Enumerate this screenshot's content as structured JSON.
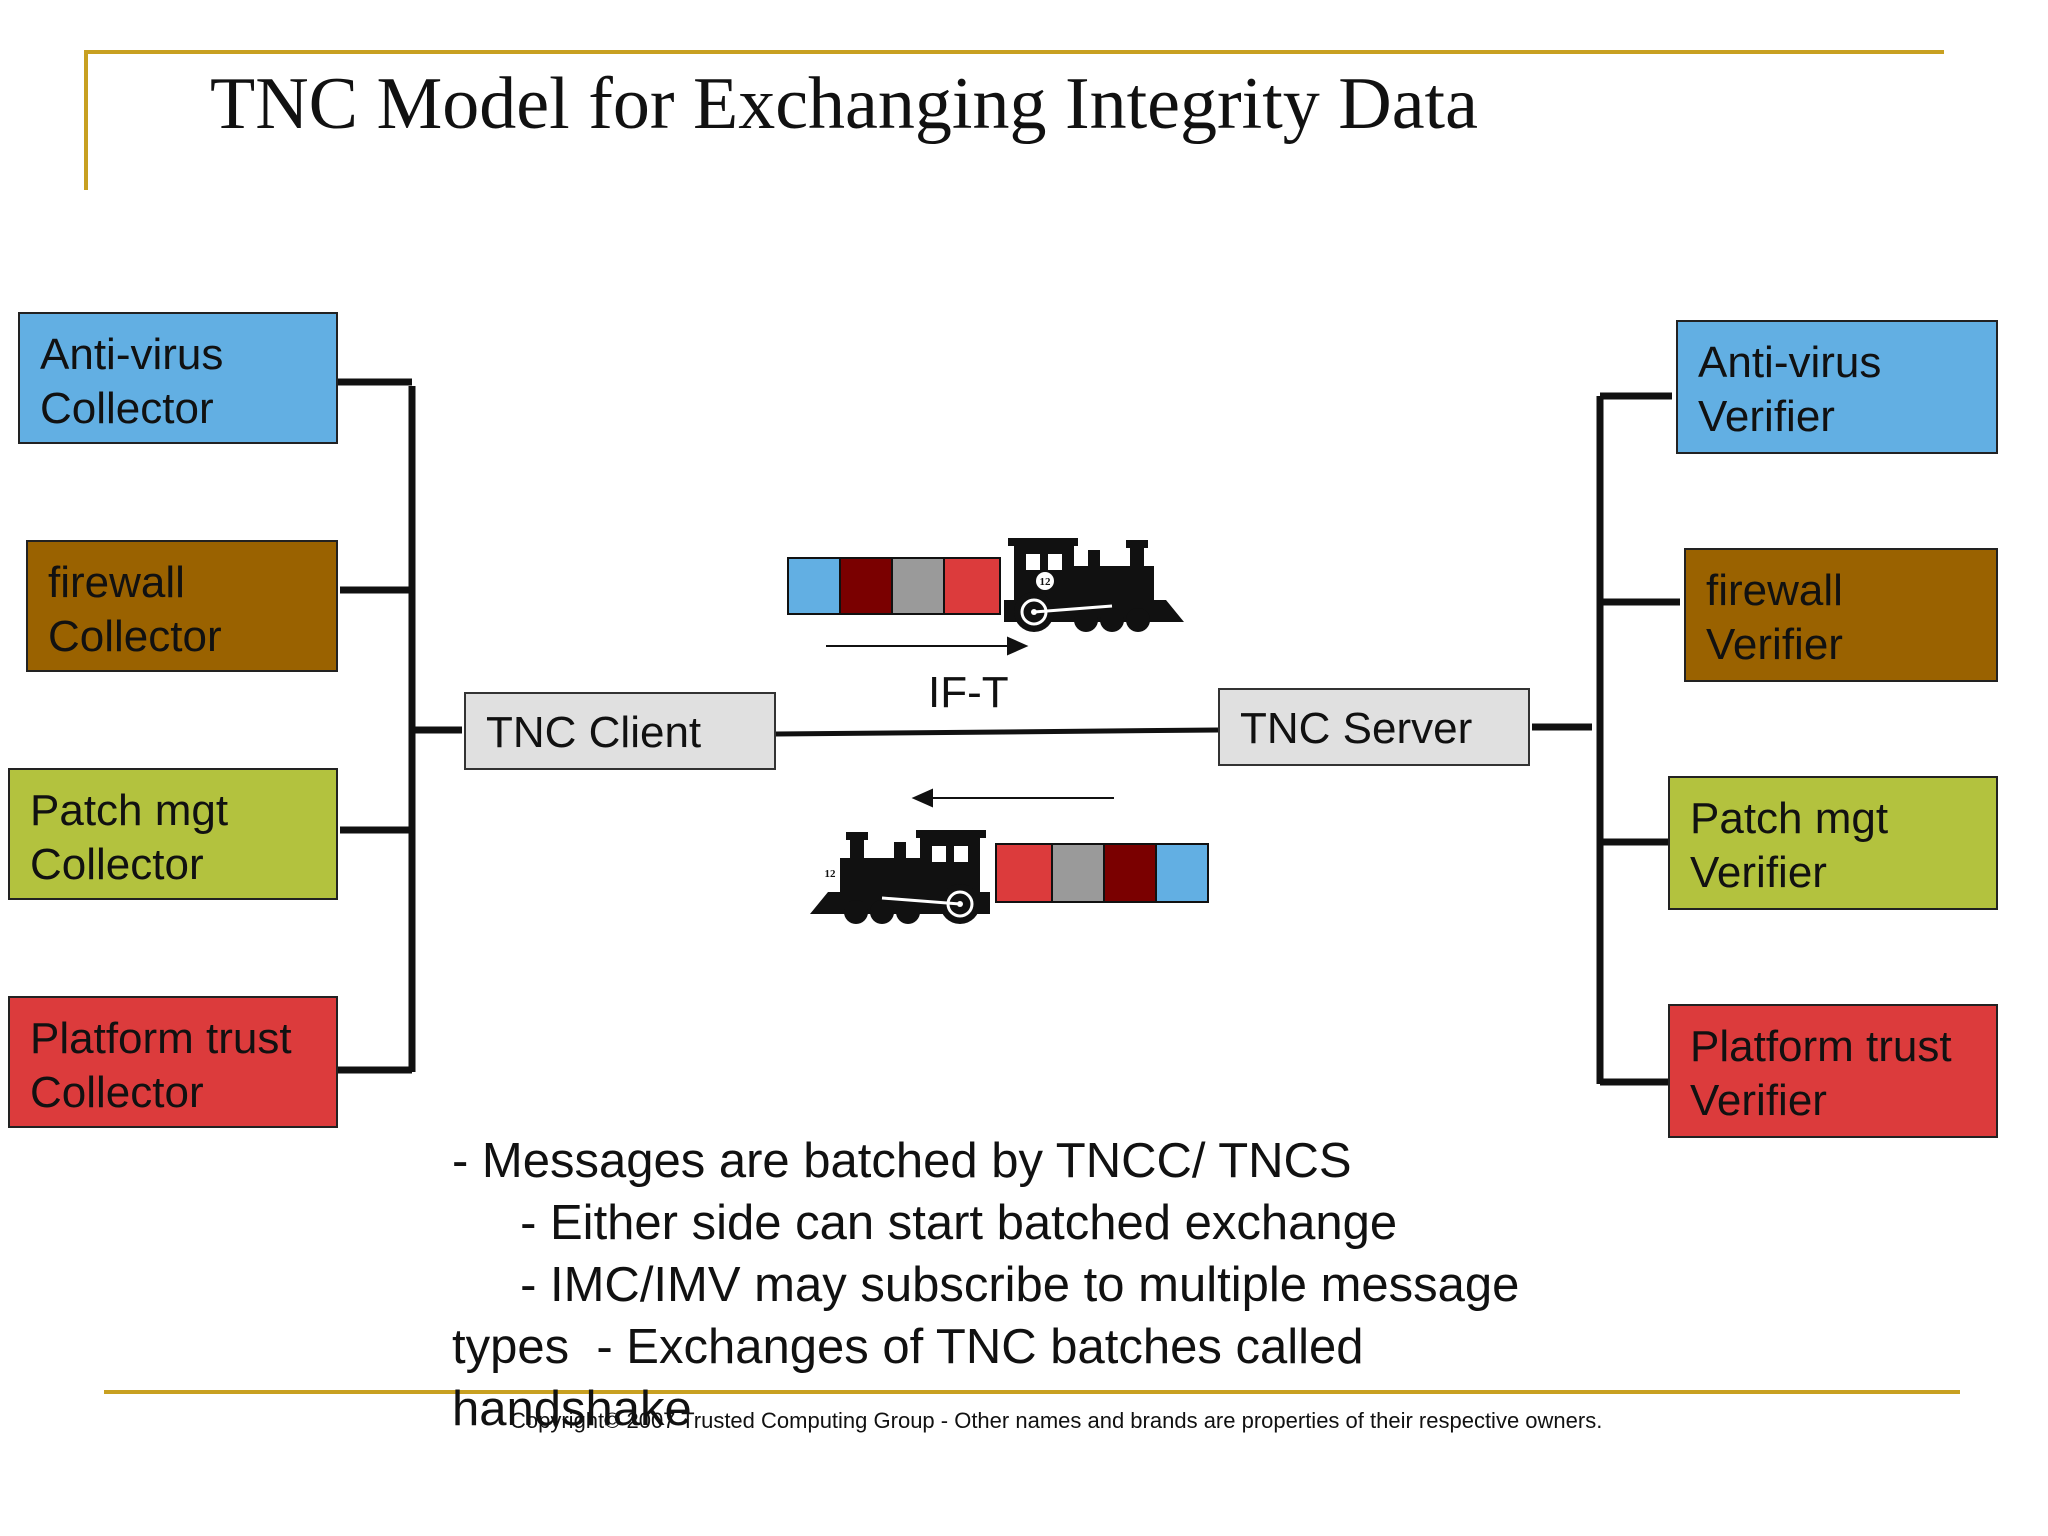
{
  "title": "TNC Model for Exchanging Integrity Data",
  "colors": {
    "antivirus": "#62afe3",
    "firewall": "#9a6200",
    "patch": "#b3c23e",
    "platform": "#dc3b3c",
    "node": "#e0e0e0",
    "frame": "#c8a021",
    "dark_red": "#7a0000",
    "gray": "#9a9a9a"
  },
  "collectors": [
    {
      "line1": "Anti-virus",
      "line2": "Collector"
    },
    {
      "line1": "firewall",
      "line2": "Collector"
    },
    {
      "line1": "Patch mgt",
      "line2": "Collector"
    },
    {
      "line1": "Platform trust",
      "line2": "Collector"
    }
  ],
  "verifiers": [
    {
      "line1": "Anti-virus",
      "line2": "Verifier"
    },
    {
      "line1": "firewall",
      "line2": "Verifier"
    },
    {
      "line1": "Patch mgt",
      "line2": "Verifier"
    },
    {
      "line1": "Platform trust",
      "line2": "Verifier"
    }
  ],
  "client_label": "TNC Client",
  "server_label": "TNC Server",
  "interface_label": "IF-T",
  "train_number": "12",
  "notes": [
    "- Messages are batched by TNCC/ TNCS",
    "     - Either side can start batched exchange",
    "     - IMC/IMV may subscribe to multiple message",
    "types  - Exchanges of TNC batches called",
    "handshake"
  ],
  "copyright": "Copyright© 2007 Trusted Computing Group - Other names and brands are properties of their respective owners."
}
